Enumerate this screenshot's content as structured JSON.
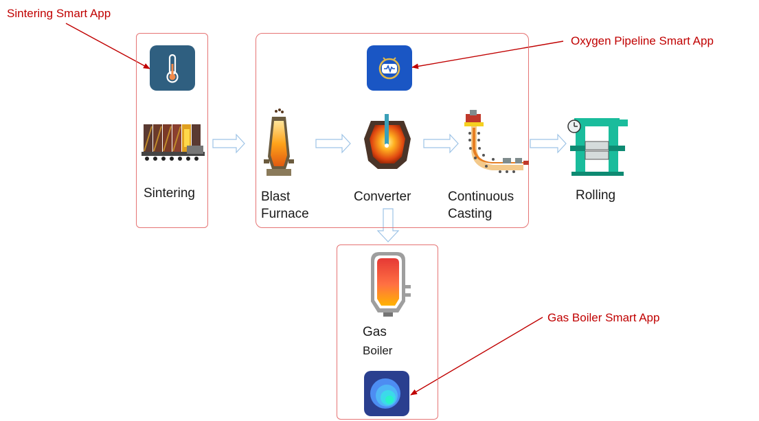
{
  "callouts": {
    "sintering_app": "Sintering Smart App",
    "oxygen_app": "Oxygen Pipeline Smart App",
    "gas_boiler_app": "Gas Boiler Smart App"
  },
  "stages": {
    "sintering": "Sintering",
    "blast_furnace_1": "Blast",
    "blast_furnace_2": "Furnace",
    "converter": "Converter",
    "casting_1": "Continuous",
    "casting_2": "Casting",
    "rolling": "Rolling",
    "gas_boiler_1": "Gas",
    "gas_boiler_2": "Boiler"
  },
  "icons": {
    "sintering_app": "thermometer-icon",
    "oxygen_app": "monitor-pulse-icon",
    "gas_boiler_app": "concentric-circles-icon"
  },
  "colors": {
    "box_border": "#e57373",
    "callout_red": "#c00000",
    "flow_arrow": "#9dc3e6",
    "sinter_app_bg": "#2f5f80",
    "oxygen_app_bg": "#1a56c4",
    "boiler_app_bg": "#2a3f8f"
  }
}
